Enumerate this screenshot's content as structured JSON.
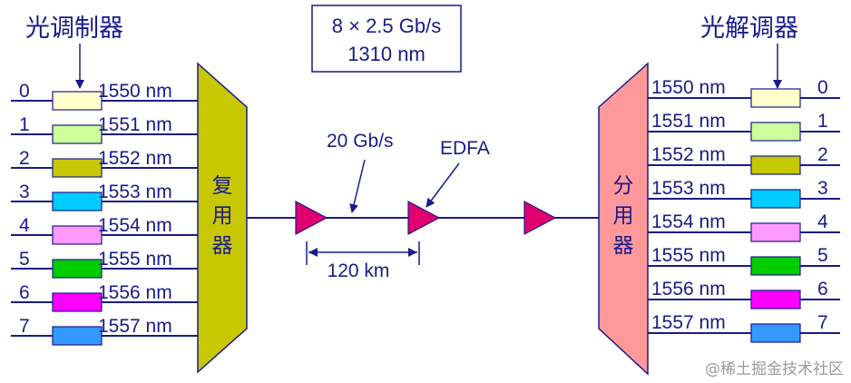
{
  "left_title": "光调制器",
  "right_title": "光解调器",
  "spec_box": {
    "line1": "8 × 2.5 Gb/s",
    "line2": "1310 nm"
  },
  "mux_label": [
    "复",
    "用",
    "器"
  ],
  "demux_label": [
    "分",
    "用",
    "器"
  ],
  "rate_label": "20 Gb/s",
  "edfa_label": "EDFA",
  "span_label": "120 km",
  "watermark": "@稀土掘金技术社区",
  "channels": [
    {
      "index": "0",
      "wavelength": "1550 nm",
      "color": "#ffffcc"
    },
    {
      "index": "1",
      "wavelength": "1551 nm",
      "color": "#ccff99"
    },
    {
      "index": "2",
      "wavelength": "1552 nm",
      "color": "#c8c800"
    },
    {
      "index": "3",
      "wavelength": "1553 nm",
      "color": "#00ccff"
    },
    {
      "index": "4",
      "wavelength": "1554 nm",
      "color": "#ff99ff"
    },
    {
      "index": "5",
      "wavelength": "1555 nm",
      "color": "#00cc00"
    },
    {
      "index": "6",
      "wavelength": "1556 nm",
      "color": "#ff00ff"
    },
    {
      "index": "7",
      "wavelength": "1557 nm",
      "color": "#3399ff"
    }
  ],
  "colors": {
    "line": "#1a1a8c",
    "mux_fill": "#c8c800",
    "demux_fill": "#ff9999",
    "amplifier_fill": "#e0006e"
  }
}
